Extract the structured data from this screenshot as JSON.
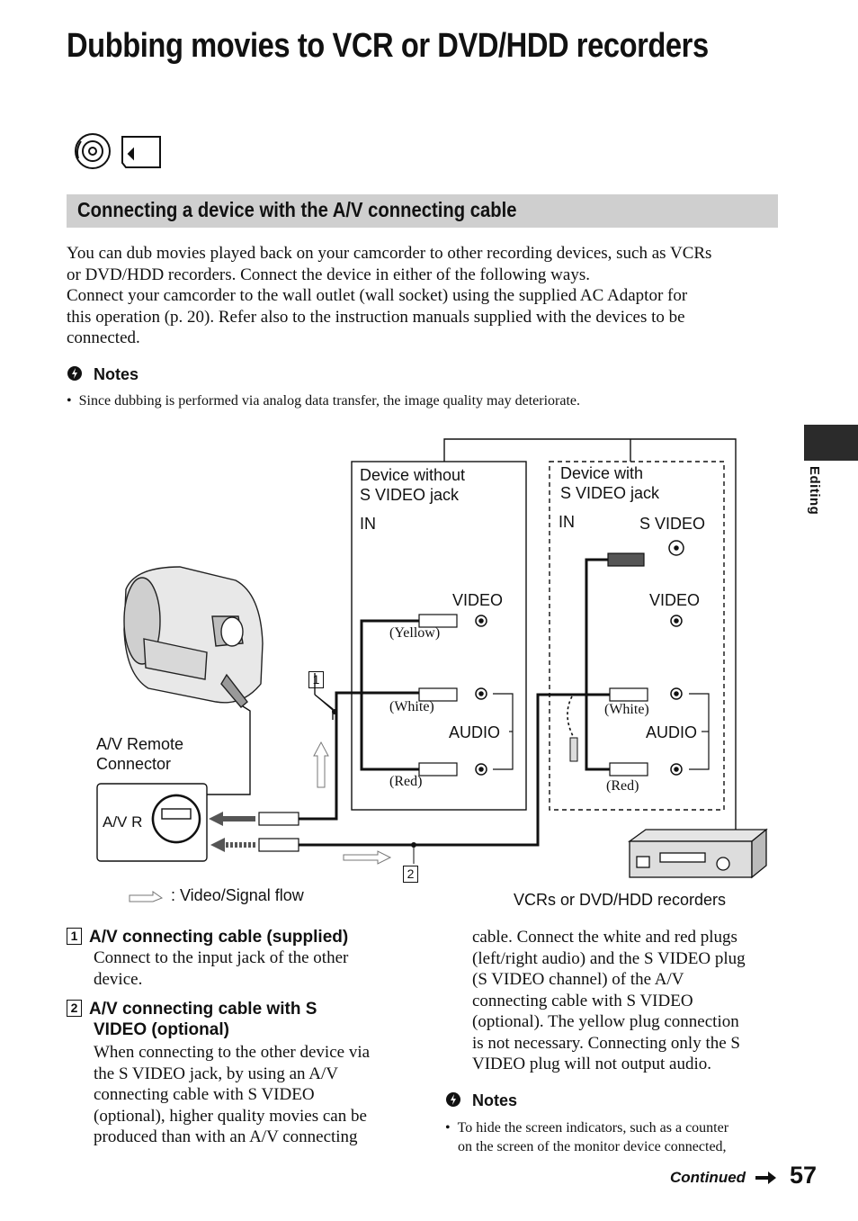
{
  "page": {
    "title": "Dubbing movies to VCR or DVD/HDD recorders",
    "section_title": "Connecting a device with the A/V connecting cable",
    "intro": [
      "You can dub movies played back on your camcorder to other recording devices, such as VCRs",
      "or DVD/HDD recorders. Connect the device in either of the following ways.",
      "Connect your camcorder to the wall outlet (wall socket) using the supplied AC Adaptor for",
      "this operation (p. 20). Refer also to the instruction manuals supplied with the devices to be",
      "connected."
    ],
    "notes_label": "Notes",
    "notes_bullet": "Since dubbing is performed via analog data transfer, the image quality may deteriorate.",
    "side_tab": "Editing"
  },
  "diagram": {
    "box1_title_1": "Device without",
    "box1_title_2": "S VIDEO jack",
    "box1_in": "IN",
    "box1_video": "VIDEO",
    "box1_yellow": "(Yellow)",
    "box1_white": "(White)",
    "box1_audio": "AUDIO",
    "box1_red": "(Red)",
    "box2_title_1": "Device with",
    "box2_title_2": "S VIDEO jack",
    "box2_in": "IN",
    "box2_svideo": "S VIDEO",
    "box2_video": "VIDEO",
    "box2_white": "(White)",
    "box2_audio": "AUDIO",
    "box2_red": "(Red)",
    "remote_1": "A/V Remote",
    "remote_2": "Connector",
    "avr": "A/V R",
    "flow_legend": ": Video/Signal flow",
    "vcr_label": "VCRs or DVD/HDD recorders",
    "callout_1": "1",
    "callout_2": "2"
  },
  "items": {
    "item1_num": "1",
    "item1_head": "A/V connecting cable (supplied)",
    "item1_body": [
      "Connect to the input jack of the other",
      "device."
    ],
    "item2_num": "2",
    "item2_head_1": "A/V connecting cable with S",
    "item2_head_2": "VIDEO (optional)",
    "item2_body": [
      "When connecting to the other device via",
      "the S VIDEO jack, by using an A/V",
      "connecting cable with S VIDEO",
      "(optional), higher quality movies can be",
      "produced than with an A/V connecting"
    ],
    "col2_body": [
      "cable. Connect the white and red plugs",
      "(left/right audio) and the S VIDEO plug",
      "(S VIDEO channel) of the A/V",
      "connecting cable with S VIDEO",
      "(optional). The yellow plug connection",
      "is not necessary. Connecting only the S",
      "VIDEO plug will not output audio."
    ],
    "notes2_label": "Notes",
    "notes2_bullet_1": "To hide the screen indicators, such as a counter",
    "notes2_bullet_2": "on the screen of the monitor device connected,"
  },
  "footer": {
    "continued": "Continued",
    "page_number": "57"
  }
}
